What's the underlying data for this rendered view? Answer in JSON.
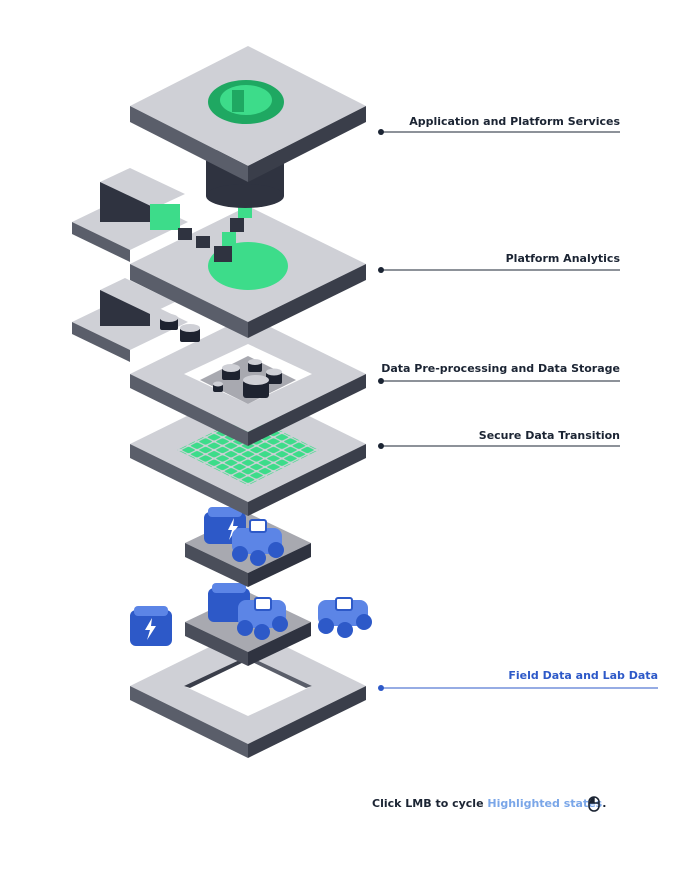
{
  "layers": [
    {
      "label": "Application and Platform Services",
      "highlighted": false
    },
    {
      "label": "Platform Analytics",
      "highlighted": false
    },
    {
      "label": "Data Pre-processing and Data Storage",
      "highlighted": false
    },
    {
      "label": "Secure Data Transition",
      "highlighted": false
    },
    {
      "label": "Field Data and Lab Data",
      "highlighted": true
    }
  ],
  "hint": {
    "prefix": "Click LMB to cycle ",
    "highlight": "Highlighted states",
    "suffix": "."
  },
  "icons": {
    "hint": "mouse-icon"
  },
  "colors": {
    "slab_top": "#cfd0d6",
    "slab_side": "#4a4e5a",
    "slab_dark": "#2a2f3c",
    "green": "#3ddc8a",
    "green_dark": "#1fa862",
    "blue": "#2d59c8",
    "label_line": "#1b2433"
  }
}
